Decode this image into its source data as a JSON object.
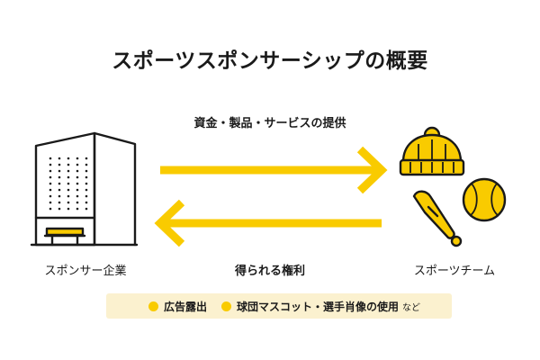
{
  "title": "スポーツスポンサーシップの概要",
  "top_flow": {
    "label": "資金・製品・サービスの提供"
  },
  "bottom_flow": {
    "label": "得られる権利"
  },
  "left_party": {
    "label": "スポンサー企業",
    "icon": "office-building-icon"
  },
  "right_party": {
    "label": "スポーツチーム",
    "icons": [
      "knit-cap-icon",
      "baseball-icon",
      "baseball-bat-icon"
    ]
  },
  "legend": {
    "items": [
      {
        "label": "広告露出"
      },
      {
        "label": "球団マスコット・選手肖像の使用"
      }
    ],
    "note": "など"
  },
  "colors": {
    "accent": "#f9cb00",
    "ink": "#1a1a1a",
    "legend_bg": "#fbf1cf"
  }
}
